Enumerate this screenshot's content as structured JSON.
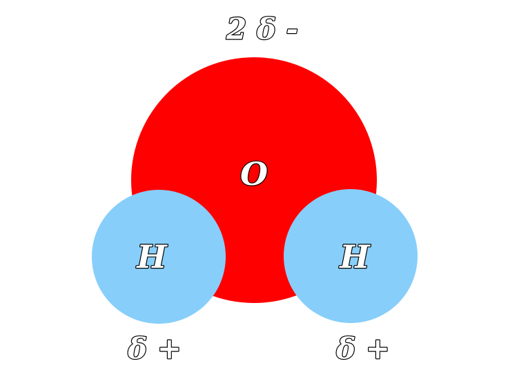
{
  "molecule": {
    "oxygen": {
      "symbol": "O",
      "charge": "2 δ -",
      "color": "#ff0000"
    },
    "hydrogens": [
      {
        "symbol": "H",
        "charge": "δ +",
        "color": "#87cefa"
      },
      {
        "symbol": "H",
        "charge": "δ +",
        "color": "#87cefa"
      }
    ],
    "label_fill": "#ffffff",
    "label_outline": "#000000"
  }
}
